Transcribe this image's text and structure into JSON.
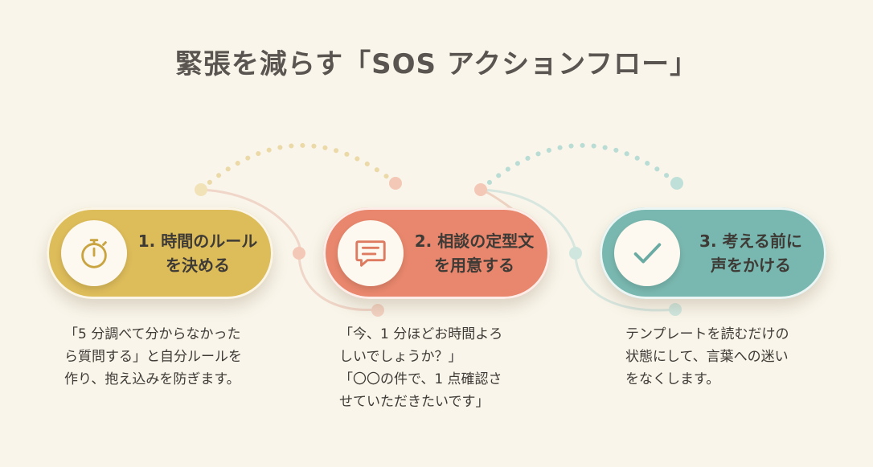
{
  "title": "緊張を減らす「SOS アクションフロー」",
  "colors": {
    "background": "#f9f5ea",
    "step1": "#ddbc5a",
    "step2": "#e8876d",
    "step3": "#79b8b0"
  },
  "steps": [
    {
      "icon": "stopwatch-icon",
      "label_lines": [
        "1. 時間のルール",
        "を決める"
      ],
      "description_lines": [
        "「5 分調べて分からなかった",
        "ら質問する」と自分ルールを",
        "作り、抱え込みを防ぎます。"
      ]
    },
    {
      "icon": "message-icon",
      "label_lines": [
        "2. 相談の定型文",
        "を用意する"
      ],
      "description_lines": [
        "「今、1 分ほどお時間よろ",
        "しいでしょうか？」",
        "「〇〇の件で、1 点確認さ",
        "せていただきたいです」"
      ]
    },
    {
      "icon": "check-icon",
      "label_lines": [
        "3. 考える前に",
        "声をかける"
      ],
      "description_lines": [
        "テンプレートを読むだけの",
        "状態にして、言葉への迷い",
        "をなくします。"
      ]
    }
  ]
}
